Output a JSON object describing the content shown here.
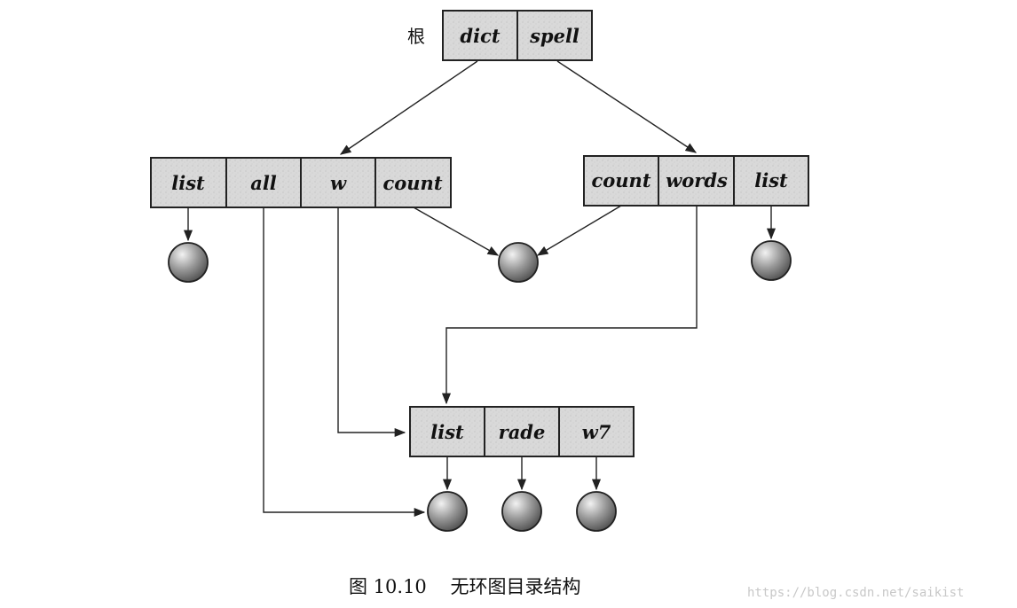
{
  "diagram": {
    "root_label": "根",
    "directories": [
      {
        "id": "root",
        "cells": [
          "dict",
          "spell"
        ]
      },
      {
        "id": "dict",
        "cells": [
          "list",
          "all",
          "w",
          "count"
        ]
      },
      {
        "id": "spell",
        "cells": [
          "count",
          "words",
          "list"
        ]
      },
      {
        "id": "shared",
        "cells": [
          "list",
          "rade",
          "w7"
        ]
      }
    ],
    "caption": "图 10.10    无环图目录结构",
    "watermark": "https://blog.csdn.net/saikist",
    "colors": {
      "cell_fill": "#d6d6d6",
      "stroke": "#222222",
      "file_node": "#8c8c8c"
    }
  }
}
